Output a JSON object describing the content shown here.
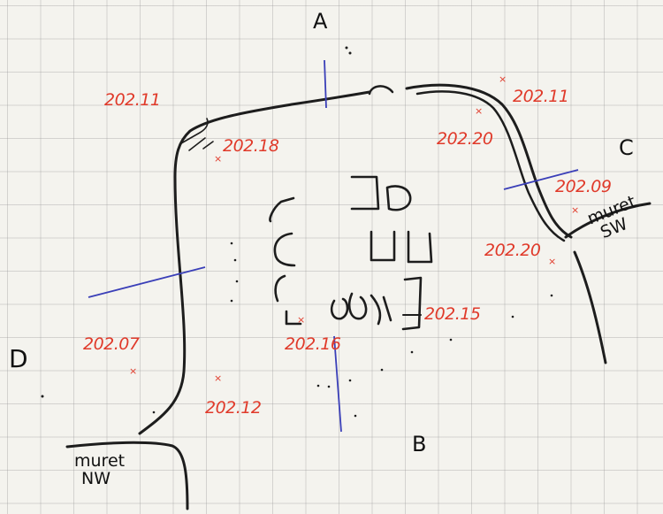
{
  "sections": {
    "a": "A",
    "b": "B",
    "c": "C",
    "d": "D"
  },
  "levels": {
    "nw_corner": "202.11",
    "ne_corner": "202.11",
    "north_inner": "202.18",
    "northeast_inner": "202.20",
    "east_wall": "202.09",
    "east_interior": "202.20",
    "center_east": "202.15",
    "center": "202.16",
    "west": "202.07",
    "south": "202.12"
  },
  "walls": {
    "sw_line1": "muret",
    "sw_line2": "SW",
    "nw_line1": "muret",
    "nw_line2": "NW"
  },
  "colors": {
    "ink": "#1d1d1d",
    "elevation": "#e03a2a",
    "section_line": "#3a3fb8",
    "paper": "#f4f3ee"
  }
}
